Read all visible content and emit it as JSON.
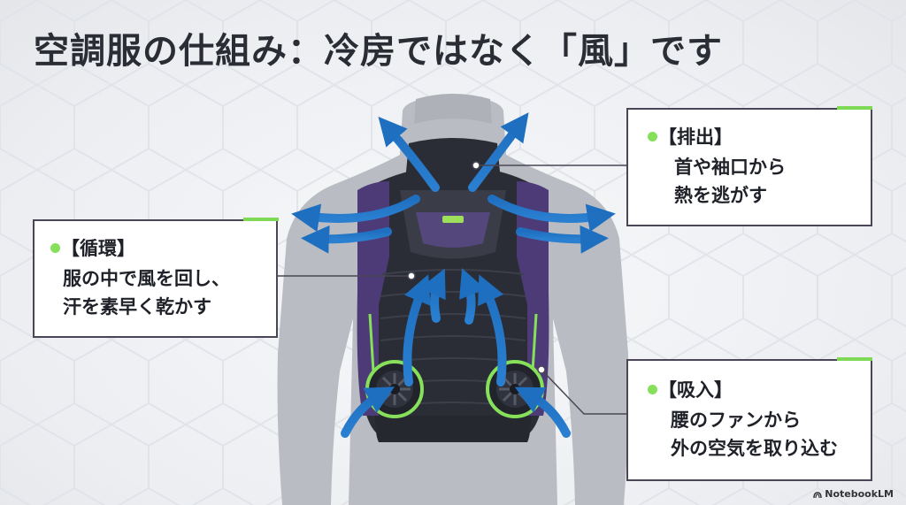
{
  "title": "空調服の仕組み：冷房ではなく「風」です",
  "callouts": {
    "exhaust": {
      "heading": "【排出】",
      "lines": [
        "首や袖口から",
        "熱を逃がす"
      ]
    },
    "circulation": {
      "heading": "【循環】",
      "lines": [
        "服の中で風を回し、",
        "汗を素早く乾かす"
      ]
    },
    "intake": {
      "heading": "【吸入】",
      "lines": [
        "腰のファンから",
        "外の空気を取り込む"
      ]
    }
  },
  "watermark": "NotebookLM",
  "colors": {
    "accent_green": "#7ed957",
    "arrow_blue": "#1f6fc0",
    "vest_dark": "#2b2d36",
    "vest_purple": "#4d3b78",
    "body_gray": "#b9bcc2",
    "frame_border": "#4a4656"
  }
}
